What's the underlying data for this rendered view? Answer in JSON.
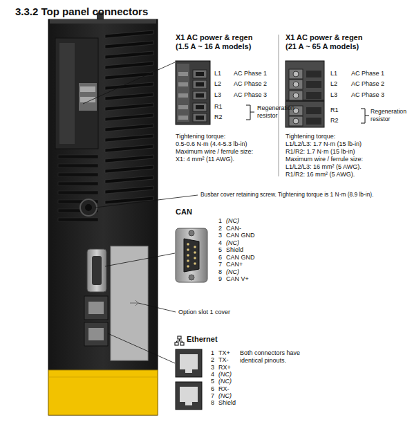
{
  "diagram": {
    "title": "3.3.2 Top panel connectors",
    "labels": [
      "X1 AC power & regen (1.5 A ~ 16 A models)",
      "L1",
      "AC Phase 1",
      "L2",
      "AC Phase 2",
      "L3",
      "AC Phase 3",
      "R1",
      "R2",
      "Regeneration resistor",
      "Tightening torque:",
      "0.5-0.6 N·m (4.4-5.3 lb-in)",
      "Maximum wire / ferrule size:",
      "X1: 4 mm² (11 AWG).",
      "X1 AC power & regen (21 A ~ 65 A models)",
      "L1",
      "AC Phase 1",
      "L2",
      "AC Phase 2",
      "L3",
      "AC Phase 3",
      "R1",
      "R2",
      "Regeneration resistor",
      "Tightening torque:",
      "L1/L2/L3: 1.7 N·m (15 lb-in)",
      "R1/R2: 1.7 N·m (15 lb-in)",
      "Maximum wire / ferrule size:",
      "L1/L2/L3: 16 mm² (5 AWG).",
      "R1/R2: 16 mm² (5 AWG).",
      "Busbar cover retaining screw. Tightening torque is 1 N·m (8.9 lb-in).",
      "CAN",
      "1",
      "(NC)",
      "2",
      "CAN-",
      "3",
      "CAN GND",
      "4",
      "(NC)",
      "5",
      "Shield",
      "6",
      "CAN GND",
      "7",
      "CAN+",
      "8",
      "(NC)",
      "9",
      "CAN V+",
      "Option slot 1 cover",
      "Ethernet",
      "1",
      "TX+",
      "2",
      "TX-",
      "3",
      "RX+",
      "4",
      "(NC)",
      "5",
      "(NC)",
      "6",
      "RX-",
      "7",
      "(NC)",
      "8",
      "Shield",
      "Both connectors have identical pinouts."
    ]
  }
}
